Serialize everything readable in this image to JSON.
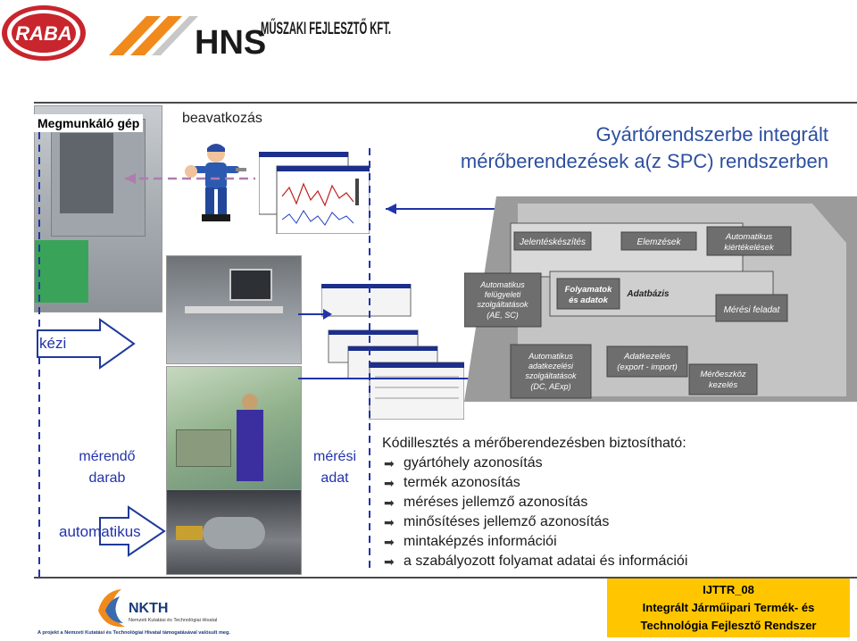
{
  "logos": {
    "raba_text": "RABA",
    "hns_text": "HNS",
    "hns_subtitle": "MŰSZAKI FEJLESZTŐ KFT.",
    "nkth_text": "NKTH",
    "nkth_sub": "Nemzeti Kutatási és Technológiai Hivatal",
    "nkth_footer": "A projekt a Nemzeti Kutatási és Technológiai Hivatal támogatásával valósult meg."
  },
  "labels": {
    "machine": "Megmunkáló gép",
    "intervention": "beavatkozás",
    "title_line1": "Gyártórendszerbe integrált",
    "title_line2": "mérőberendezések a(z SPC) rendszerben",
    "manual": "kézi",
    "part_line1": "mérendő",
    "part_line2": "darab",
    "automatic": "automatikus",
    "measure_line1": "mérési",
    "measure_line2": "adat"
  },
  "diagram": {
    "boxes": [
      "Jelentéskészítés",
      "Elemzések",
      "Automatikus kiértékelések",
      "Automatikus felügyeleti szolgáltatások (AE, SC)",
      "Folyamatok és adatok",
      "Adatbázis",
      "Mérési feladat",
      "Automatikus adatkezelési szolgáltatások (DC, AExp)",
      "Adatkezelés (export - import)",
      "Mérőeszköz kezelés"
    ]
  },
  "info": {
    "heading": "Kódillesztés a mérőberendezésben biztosítható:",
    "items": [
      "gyártóhely azonosítás",
      "termék azonosítás",
      "méréses jellemző azonosítás",
      "minősítéses jellemző azonosítás",
      "mintaképzés információi",
      "a szabályozott folyamat adatai és információi"
    ]
  },
  "footer": {
    "code": "IJTTR_08",
    "line1": "Integrált Járműipari Termék- és",
    "line2": "Technológia Fejlesztő Rendszer"
  },
  "colors": {
    "title_blue": "#2c4fa0",
    "raba_red": "#c8252c",
    "hns_orange": "#f08a1c",
    "footer_yellow": "#ffc600",
    "dash_purple": "#b07bb0",
    "arrow_blue": "#2233aa"
  }
}
